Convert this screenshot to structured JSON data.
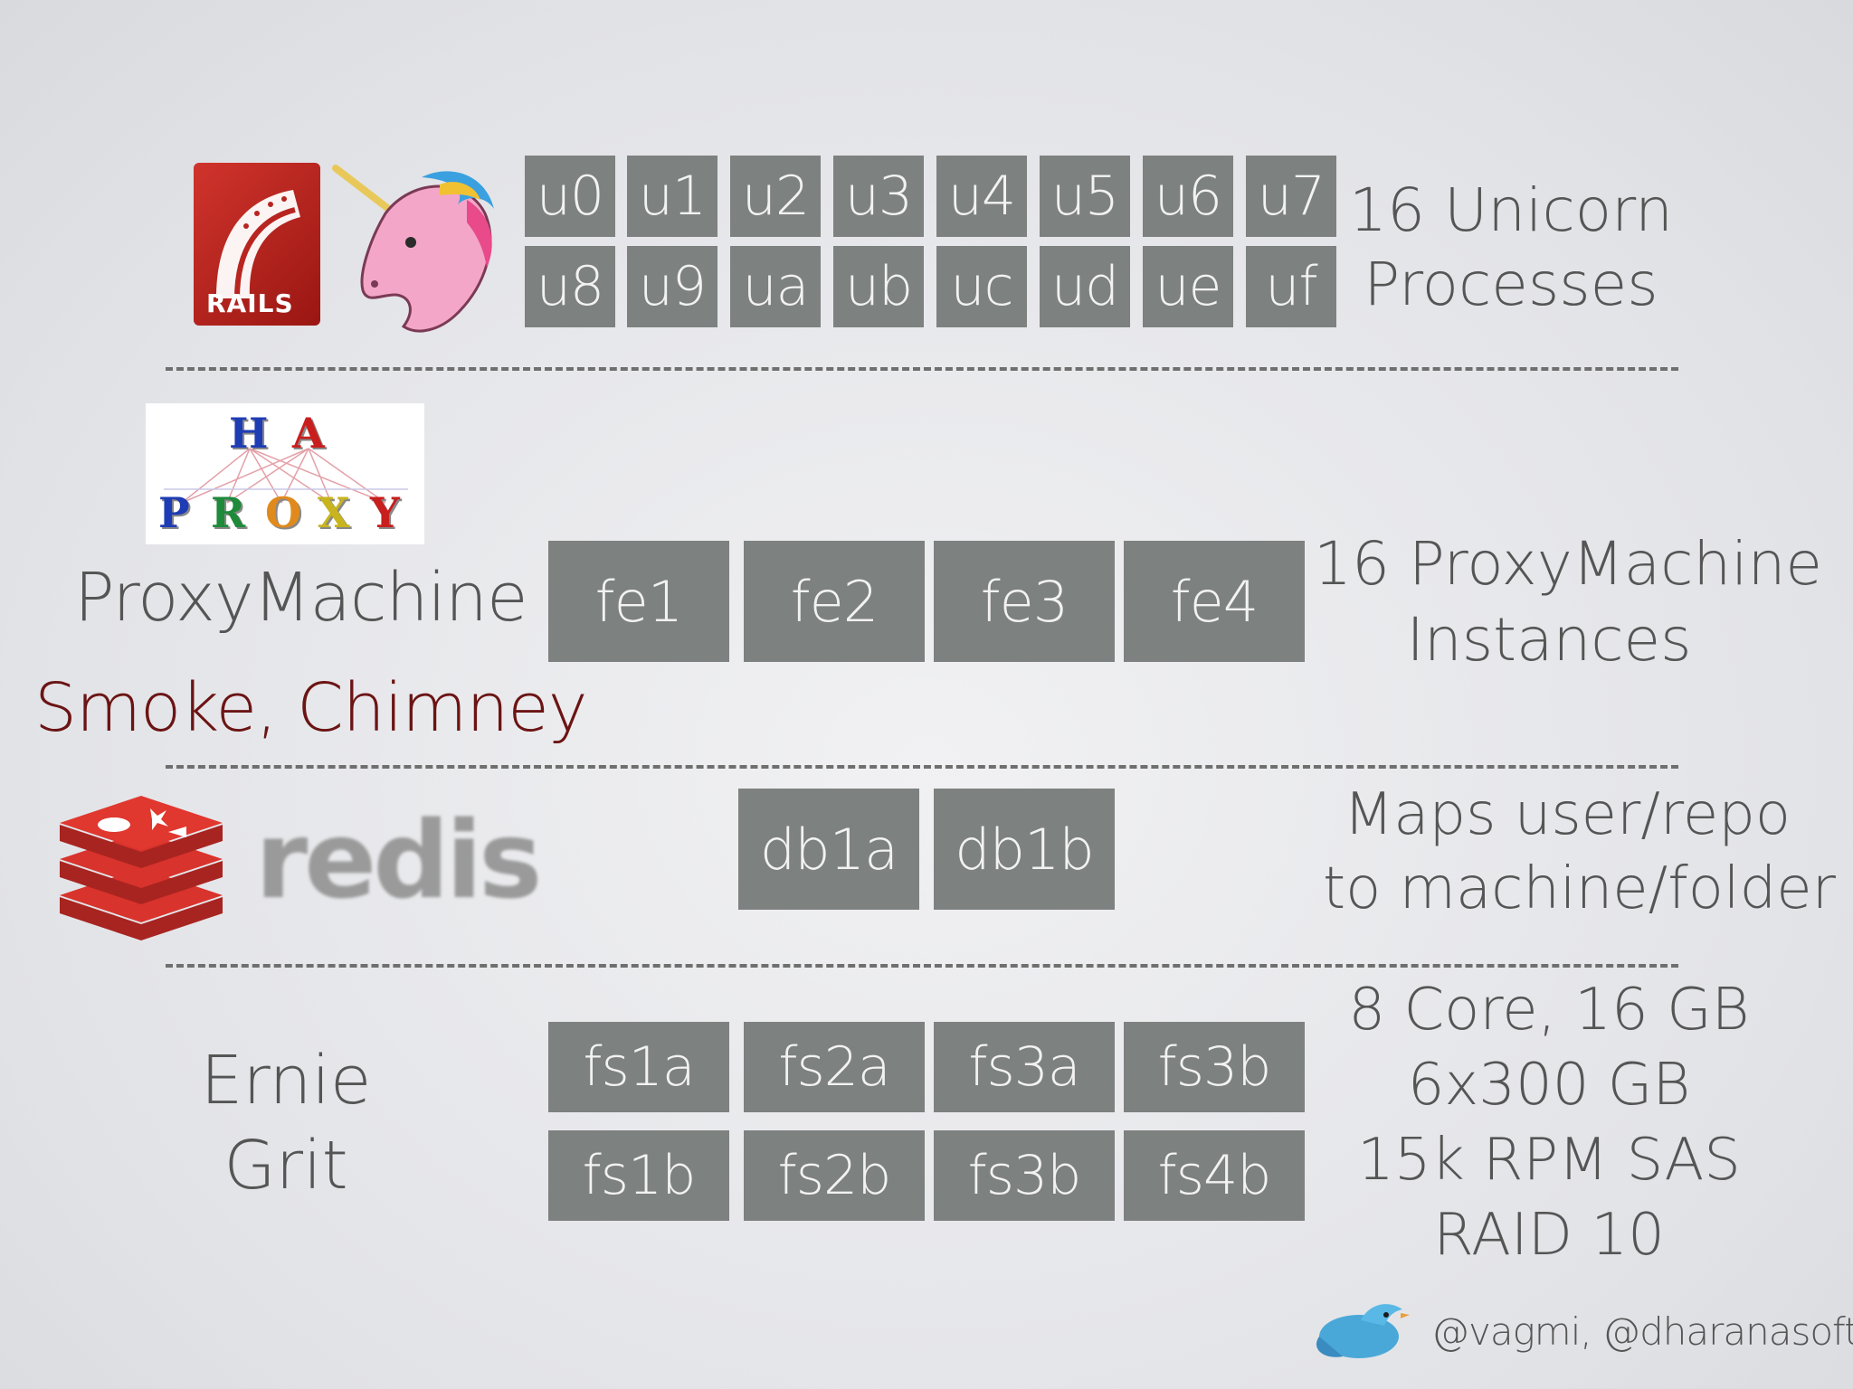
{
  "unicorn_row": {
    "processes_top": [
      "u0",
      "u1",
      "u2",
      "u3",
      "u4",
      "u5",
      "u6",
      "u7"
    ],
    "processes_bottom": [
      "u8",
      "u9",
      "ua",
      "ub",
      "uc",
      "ud",
      "ue",
      "uf"
    ],
    "desc_line1": "16 Unicorn",
    "desc_line2": "Processes",
    "rails_logo_text": "RAILS"
  },
  "proxy_row": {
    "haproxy_logo_top": [
      "H",
      "A"
    ],
    "haproxy_logo_bottom": [
      "P",
      "R",
      "O",
      "X",
      "Y"
    ],
    "name": "ProxyMachine",
    "subname": "Smoke, Chimney",
    "instances": [
      "fe1",
      "fe2",
      "fe3",
      "fe4"
    ],
    "desc_line1": "16 ProxyMachine",
    "desc_line2": "Instances"
  },
  "redis_row": {
    "logo_text": "redis",
    "instances": [
      "db1a",
      "db1b"
    ],
    "desc_line1": "Maps user/repo",
    "desc_line2": "to machine/folder"
  },
  "fs_row": {
    "name_line1": "Ernie",
    "name_line2": "Grit",
    "servers_top": [
      "fs1a",
      "fs2a",
      "fs3a",
      "fs3b"
    ],
    "servers_bottom": [
      "fs1b",
      "fs2b",
      "fs3b",
      "fs4b"
    ],
    "spec_line1": "8 Core, 16 GB",
    "spec_line2": "6x300 GB",
    "spec_line3": "15k RPM SAS",
    "spec_line4": "RAID 10"
  },
  "footer": {
    "handle": "@vagmi, @dharanasoft",
    "icon": "twitter-bird-icon"
  },
  "colors": {
    "box": "#7d817f",
    "box_text": "#f2f2f2",
    "accent_text": "#6b1414",
    "redis_red": "#c9302c"
  }
}
